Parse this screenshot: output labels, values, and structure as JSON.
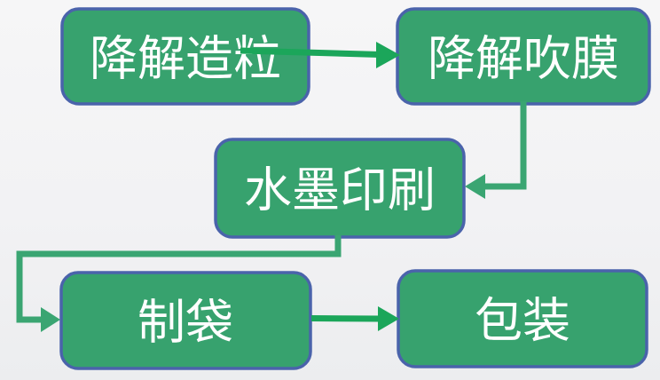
{
  "diagram": {
    "type": "flowchart",
    "nodes": [
      {
        "id": "granulation",
        "label": "降解造粒"
      },
      {
        "id": "film-blowing",
        "label": "降解吹膜"
      },
      {
        "id": "ink-printing",
        "label": "水墨印刷"
      },
      {
        "id": "bag-making",
        "label": "制袋"
      },
      {
        "id": "packaging",
        "label": "包装"
      }
    ],
    "edges": [
      {
        "from": "降解造粒",
        "to": "降解吹膜",
        "shape": "straight-right"
      },
      {
        "from": "降解吹膜",
        "to": "水墨印刷",
        "shape": "down-then-left"
      },
      {
        "from": "水墨印刷",
        "to": "制袋",
        "shape": "down-left-down-right"
      },
      {
        "from": "制袋",
        "to": "包装",
        "shape": "straight-right"
      }
    ],
    "colors": {
      "node_fill": "#37A26E",
      "node_border": "#4A63AB",
      "arrow_bright": "#1BA65A",
      "arrow_elbow": "#3AA572",
      "text": "#FFFFFF"
    }
  }
}
